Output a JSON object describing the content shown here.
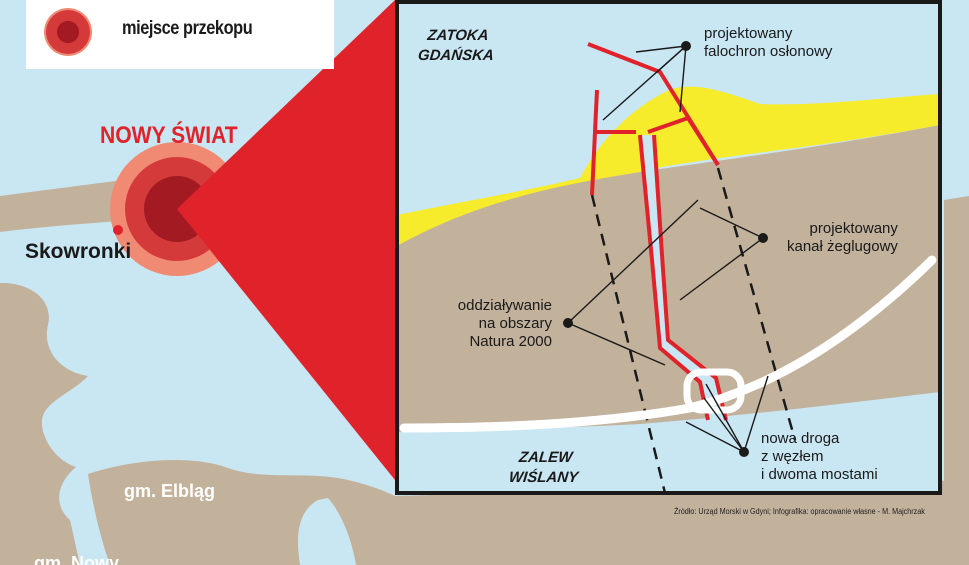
{
  "legend": {
    "label": "miejsce przekopu",
    "symbol_color": "#d43a3a"
  },
  "overview": {
    "site_label": "NOWY ŚWIAT",
    "town_label": "Skowronki",
    "municipality_label": "gm. Elbląg",
    "municipality_label_2": "gm. Nowy"
  },
  "inset": {
    "water_north": [
      "ZATOKA",
      "GDAŃSKA"
    ],
    "water_south": [
      "ZALEW",
      "WIŚLANY"
    ],
    "annotations": {
      "breakwater": [
        "projektowany",
        "falochron osłonowy"
      ],
      "canal": [
        "projektowany",
        "kanał żeglugowy"
      ],
      "natura": [
        "oddziaływanie",
        "na obszary",
        "Natura 2000"
      ],
      "road": [
        "nowa droga",
        "z węzłem",
        "i dwoma mostami"
      ]
    },
    "source": "Źródło: Urząd Morski w Gdyni; Infografika: opracowanie własne - M. Majchrzak"
  },
  "colors": {
    "sea": "#c9e6f3",
    "land": "#c2b19b",
    "beach": "#f6ec2b",
    "accent_red": "#e0232b",
    "inset_border": "#1a1a1a"
  }
}
